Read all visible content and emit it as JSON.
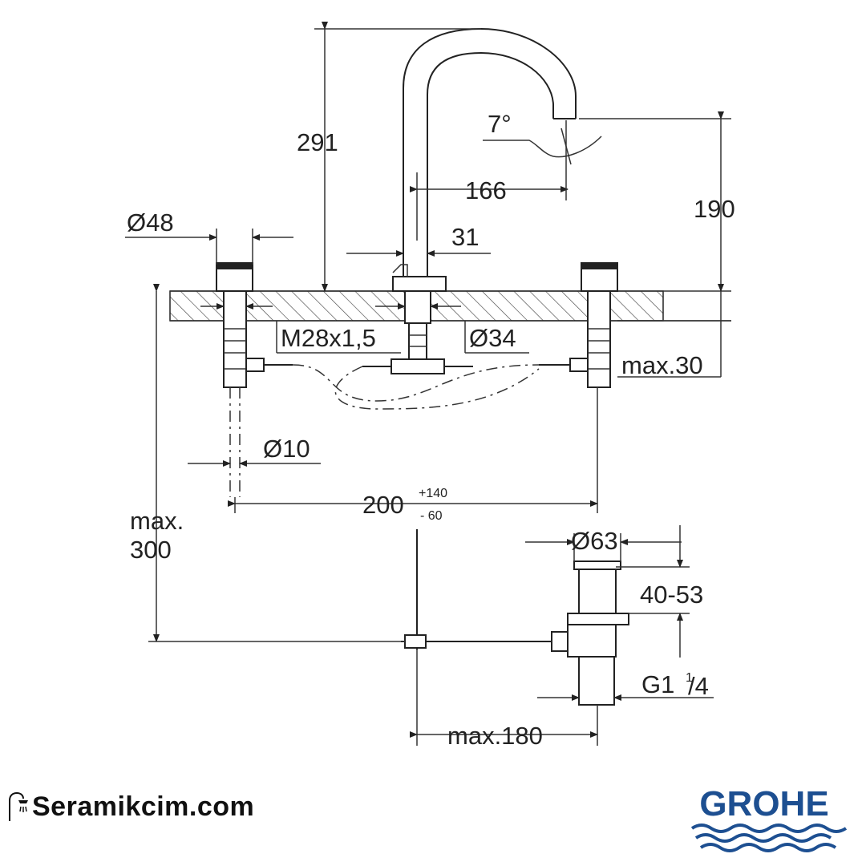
{
  "diagram": {
    "dimensions": {
      "spout_height": "291",
      "spout_angle": "7°",
      "spout_reach": "166",
      "outlet_height": "190",
      "handle_diameter": "Ø48",
      "spout_base_width": "31",
      "thread": "M28x1,5",
      "hole_diameter": "Ø34",
      "max_deck_thickness": "max.30",
      "pipe_diameter": "Ø10",
      "spacing": "200",
      "spacing_plus": "+140",
      "spacing_minus": "- 60",
      "max_depth_label": "max.",
      "max_depth_value": "300",
      "waste_diameter": "Ø63",
      "waste_range": "40-53",
      "waste_thread": "G1",
      "waste_thread_num": "1",
      "waste_thread_den": "/4",
      "max_rod_length": "max.180"
    }
  },
  "watermark": {
    "text": "Seramikcim.com"
  },
  "brand": {
    "name": "GROHE",
    "color": "#1d4f91"
  }
}
